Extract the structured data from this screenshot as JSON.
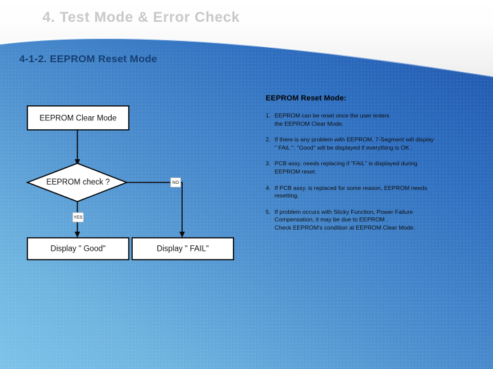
{
  "slide": {
    "title": "4. Test Mode & Error Check",
    "subtitle": "4-1-2.  EEPROM Reset Mode",
    "title_color": "#c8c8c8",
    "subtitle_color": "#163f73",
    "accent_color": "#2f74c0"
  },
  "flowchart": {
    "nodes": {
      "start": "EEPROM Clear Mode",
      "decision": "EEPROM check ?",
      "result_pass": "Display \" Good\"",
      "result_fail": "Display \" FAIL\""
    },
    "branches": {
      "yes": "YES",
      "no": "NO"
    }
  },
  "notes": {
    "heading": "EEPROM Reset Mode:",
    "items": [
      {
        "num": "1.",
        "text": "EEPROM can be reset once the user enters\nthe EEPROM Clear Mode."
      },
      {
        "num": "2.",
        "text": "If there is any problem with EEPROM, 7-Segment  will display\n\" FAiL \". \"Good\" will be displayed if everything is OK ."
      },
      {
        "num": "3.",
        "text": "PCB assy. needs replacing if \"FAiL\" is displayed during\nEEPROM reset."
      },
      {
        "num": "4.",
        "text": "If PCB assy. is replaced for some reason, EEPROM needs\nresetting."
      },
      {
        "num": "5.",
        "text": "If problem occurs with Sticky Function, Power Failure\nCompensation, it may be due to EEPROM .\nCheck EEPROM's condition at EEPROM Clear Mode."
      }
    ]
  }
}
